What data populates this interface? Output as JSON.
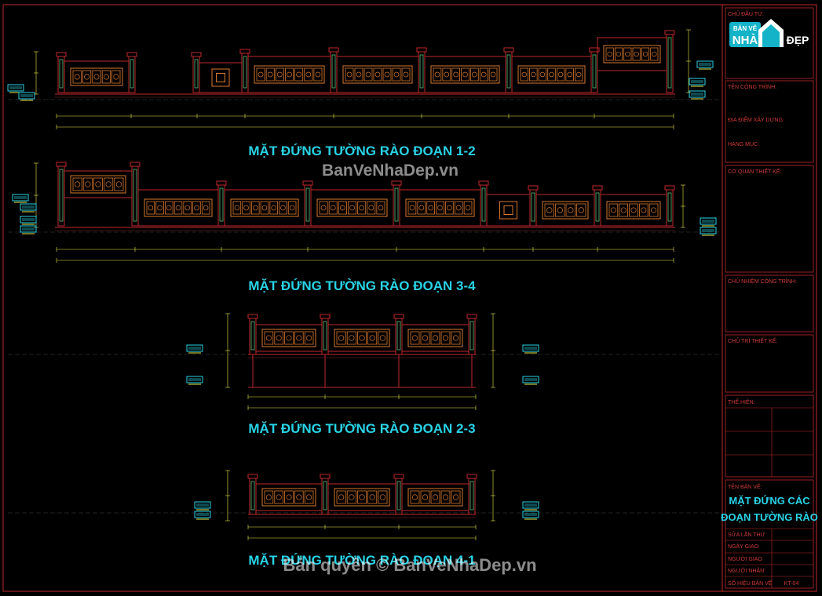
{
  "colors": {
    "background": "#000000",
    "frame": "#c0282c",
    "wall": "#c0282c",
    "panel": "#d9772b",
    "post": "#5ac07a",
    "dimension": "#e8e84a",
    "title": "#29d3e6",
    "level_tag": "#29d3e6"
  },
  "elevations": [
    {
      "title": "MẶT ĐỨNG TƯỜNG RÀO ĐOẠN 1-2"
    },
    {
      "title": "MẶT ĐỨNG TƯỜNG RÀO ĐOẠN 3-4"
    },
    {
      "title": "MẶT ĐỨNG TƯỜNG RÀO ĐOẠN 2-3"
    },
    {
      "title": "MẶT ĐỨNG TƯỜNG RÀO ĐOẠN 4-1"
    }
  ],
  "watermarks": {
    "center": "BanVeNhaDep.vn",
    "bottom": "Bản quyền © BanVeNhaDep.vn"
  },
  "logo": {
    "text_top": "BẢN VẼ",
    "text_mid": "NHÀ",
    "text_right": "ĐẸP"
  },
  "title_block": {
    "owner": "CHỦ ĐẦU TƯ:",
    "project": "TÊN CÔNG TRÌNH:",
    "location": "ĐỊA ĐIỂM XÂY DỰNG:",
    "category": "HẠNG MỤC:",
    "design_org": "CƠ QUAN THIẾT KẾ:",
    "project_lead": "CHỦ NHIỆM CÔNG TRÌNH:",
    "design_lead": "CHỦ TRÌ THIẾT KẾ:",
    "drawn_by": "THỂ HIỆN:",
    "drawing_name_label": "TÊN BẢN VẼ:",
    "drawing_name_line1": "MẶT ĐỨNG CÁC",
    "drawing_name_line2": "ĐOẠN TƯỜNG RÀO",
    "revision": "SỬA LẦN THỨ",
    "date": "NGÀY GIAO",
    "giver": "NGƯỜI GIAO",
    "receiver": "NGƯỜI NHẬN",
    "sheet_no_label": "SỐ HIỆU BẢN VẼ",
    "sheet_no": "KT-04"
  }
}
